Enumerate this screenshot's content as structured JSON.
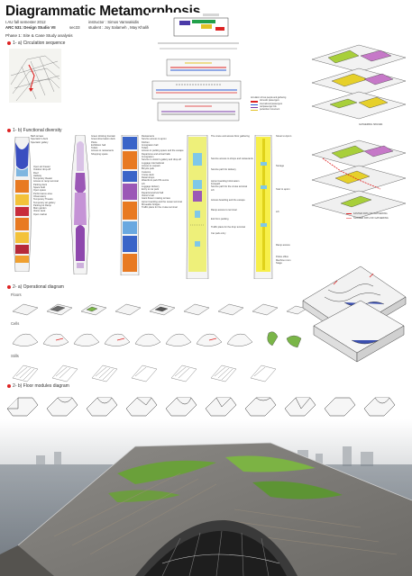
{
  "header": {
    "title": "Diagrammatic Metamorphosis",
    "term": "I.AU fall semester 2012",
    "course": "ARC 531: Design Studio VII",
    "section": "sec33",
    "instructor": "instructor : Simos Vamvakidis",
    "students": "student : Joy Salameh , May Khalifeh, Mohammad Berry",
    "phase": "Phase 1: Site & Case Study analysis"
  },
  "sections": {
    "circulation": "1- a) Circulation sequence",
    "functional": "1- b) Functional diversity",
    "operational": "2- a) Operational diagram",
    "operational_floors": "Floors",
    "operational_cells": "Cells",
    "operational_stills": "Stills",
    "floor_modules": "2- b) Floor modules diagram"
  },
  "labels": {
    "gathering_spaces": "GATHERING SPACES",
    "legend_1": "FASTER PATH OF GATHERING",
    "legend_2": "SLOWER PATH OF GATHERING",
    "circ_legend": [
      "circulation of two people and gathering",
      "domestic passengers",
      "international passengers",
      "car/passenger link",
      "pedestrian movement"
    ]
  },
  "strip_labels": {
    "left": [
      "Open air theater",
      "Outdoor drop-off",
      "Roof",
      "Hallway",
      "Temporary theater",
      "Access to ramp terminal",
      "Parking deck",
      "Space field",
      "Open space",
      "Performance area",
      "Observatory",
      "Temporary Theatre",
      "Temporary art gallery",
      "Parking lot Ramp",
      "Main garden",
      "Visitor deck",
      "Open market"
    ],
    "left_top": [
      "Bath terrace",
      "Spectator's deck",
      "Spectator gallery"
    ],
    "b": [
      "Green drinking fountain",
      "Great observation deck",
      "Plaza",
      "Exhibition hall",
      "Toilets",
      "Access to restaurants",
      "Shopping space"
    ],
    "c": [
      "Restaurants",
      "Service access to apron",
      "Kitchen",
      "Immigration hall",
      "Toilets",
      "Access to parking space and the escape",
      "Departures and arrival halls",
      "Immigration",
      "Service to visitor's gallery and drop-off",
      "Luggage international",
      "Access to carpark",
      "Bicycle park",
      "Customs",
      "Cruise deck",
      "Retail shops",
      "Waterfront park PR-centre",
      "Lift",
      "Luggage delivery",
      "Entry to car park",
      "Departure/arrival hall",
      "Visitor's hall",
      "Giant flower rotating terrace",
      "Apron boarding and the ocean terminal",
      "Moveable bridges",
      "Traffic plaza for the cruise terminal"
    ],
    "d": [
      "The crane and access floor gathering",
      "Service access to shops and restaurants",
      "Service path for delivery",
      "Apron boarding Information",
      "Footpath",
      "Service path for the cruise terminal",
      "Lift",
      "Access boarding and the escape",
      "Ramp access to terminal",
      "Exit from parking",
      "Traffic plaza for the drop terminal",
      "Car park entry"
    ],
    "e": [
      "Street to Apron",
      "Storage",
      "Stair to apron",
      "Lift",
      "Ramp access",
      "Police office",
      "Machine room",
      "Stage"
    ]
  }
}
